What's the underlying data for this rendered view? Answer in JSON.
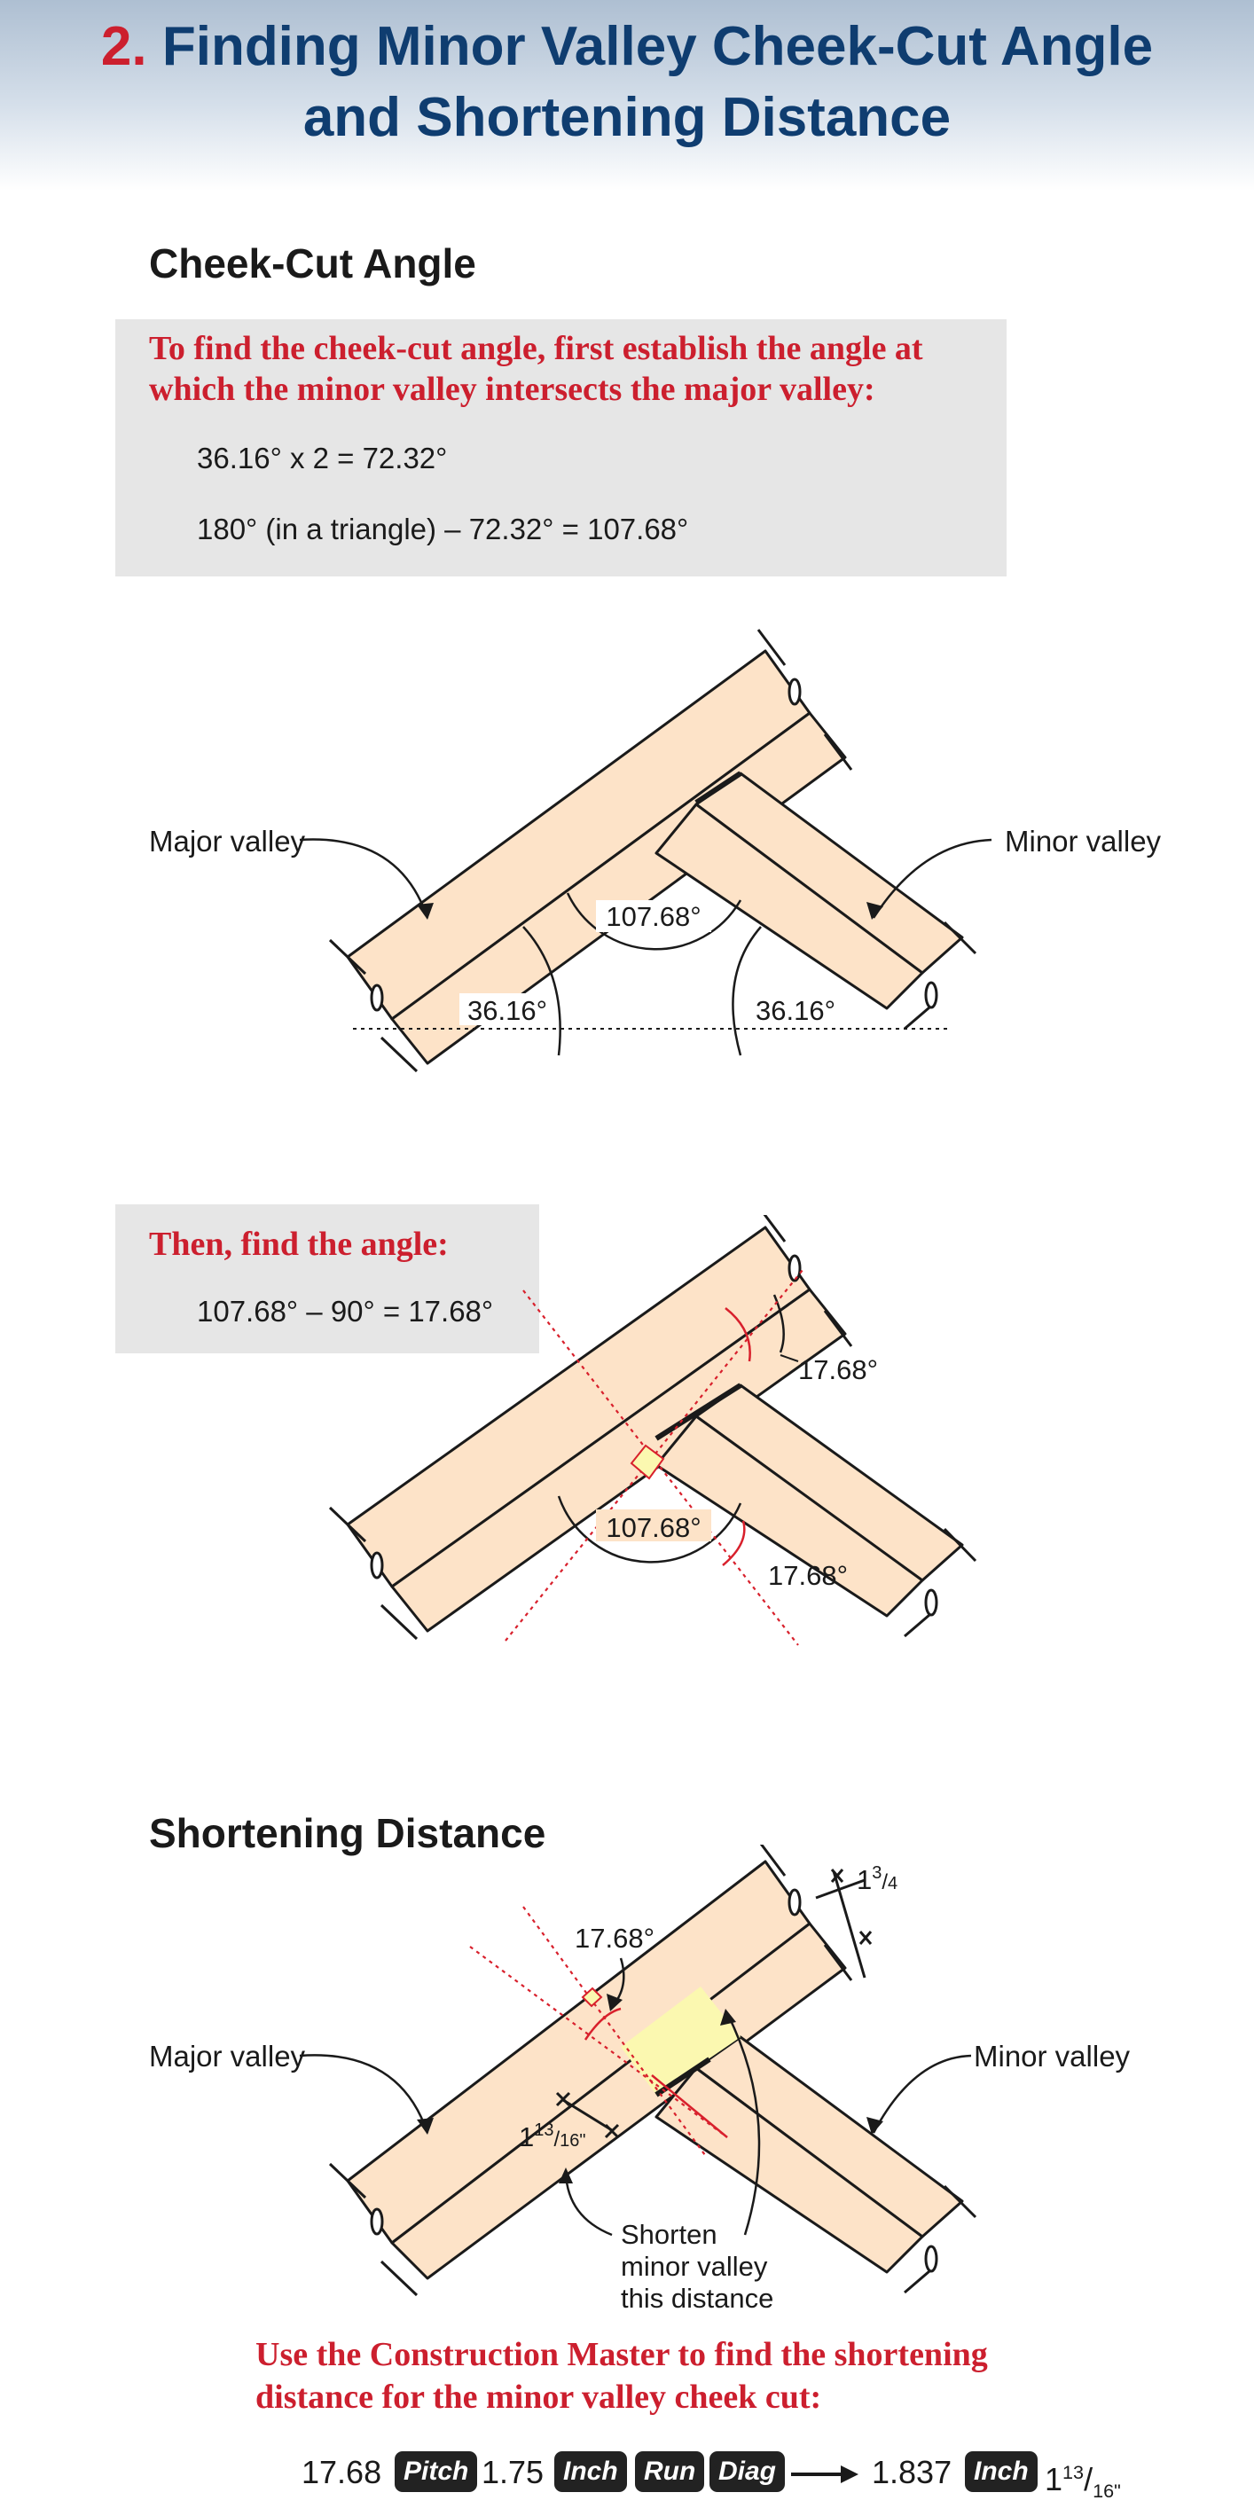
{
  "header": {
    "number": "2.",
    "title_line1": "Finding Minor Valley Cheek-Cut Angle",
    "title_line2": "and Shortening Distance"
  },
  "cheek_cut": {
    "heading": "Cheek-Cut Angle",
    "intro_line1": "To find the cheek-cut angle, first establish the angle at",
    "intro_line2": "which the minor valley intersects the major valley:",
    "eq1": "36.16° x 2 = 72.32°",
    "eq2": "180° (in a triangle) – 72.32° = 107.68°"
  },
  "diagram1": {
    "label_major": "Major valley",
    "label_minor": "Minor valley",
    "angle_top": "107.68°",
    "angle_left": "36.16°",
    "angle_right": "36.16°"
  },
  "then_box": {
    "heading": "Then, find the angle:",
    "eq": "107.68° – 90° = 17.68°"
  },
  "diagram2": {
    "angle_top_right": "17.68°",
    "angle_center": "107.68°",
    "angle_bottom_right": "17.68°"
  },
  "shortening": {
    "heading": "Shortening Distance",
    "label_major": "Major valley",
    "label_minor": "Minor valley",
    "angle": "17.68°",
    "width_whole": "1",
    "width_num": "3",
    "width_den": "4",
    "dist_whole": "1",
    "dist_num": "13",
    "dist_den": "16",
    "note_line1": "Shorten",
    "note_line2": "minor valley",
    "note_line3": "this distance",
    "instr_line1": "Use the Construction Master to find the shortening",
    "instr_line2": "distance for the minor valley cheek cut:"
  },
  "calculator": {
    "v1": "17.68",
    "k1": "Pitch",
    "v2": "1.75",
    "k2": "Inch",
    "k3": "Run",
    "k4": "Diag",
    "v3": "1.837",
    "k5": "Inch",
    "r_whole": "1",
    "r_num": "13",
    "r_den": "16"
  },
  "colors": {
    "title_blue": "#0f3d70",
    "accent_red": "#cc1f2e",
    "board_fill": "#fde3c8",
    "box_gray": "#e6e6e6",
    "highlight_yellow": "#fbf8b0"
  }
}
